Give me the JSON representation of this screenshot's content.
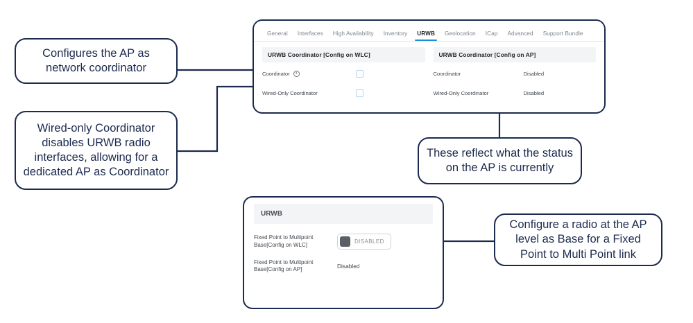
{
  "callouts": {
    "configures_ap": "Configures the AP as network coordinator",
    "wired_only": "Wired-only Coordinator disables URWB radio interfaces, allowing for a dedicated AP as Coordinator",
    "status_reflect": "These reflect what the status on the AP is currently",
    "configure_radio": "Configure a radio at the AP level as Base for a Fixed Point to Multi Point link"
  },
  "top_card": {
    "tabs": [
      {
        "label": "General",
        "active": false
      },
      {
        "label": "Interfaces",
        "active": false
      },
      {
        "label": "High Availability",
        "active": false
      },
      {
        "label": "Inventory",
        "active": false
      },
      {
        "label": "URWB",
        "active": true
      },
      {
        "label": "Geolocation",
        "active": false
      },
      {
        "label": "ICap",
        "active": false
      },
      {
        "label": "Advanced",
        "active": false
      },
      {
        "label": "Support Bundle",
        "active": false
      }
    ],
    "wlc_panel": {
      "header": "URWB Coordinator [Config on WLC]",
      "rows": [
        {
          "label": "Coordinator",
          "info_icon": "i",
          "checked": false
        },
        {
          "label": "Wired-Only Coordinator",
          "info_icon": "",
          "checked": false
        }
      ]
    },
    "ap_panel": {
      "header": "URWB Coordinator [Config on AP]",
      "rows": [
        {
          "label": "Coordinator",
          "value": "Disabled"
        },
        {
          "label": "Wired-Only Coordinator",
          "value": "Disabled"
        }
      ]
    }
  },
  "bottom_card": {
    "header": "URWB",
    "rows": [
      {
        "label": "Fixed Point to Multipoint Base[Config on WLC]",
        "toggle_label": "DISABLED"
      },
      {
        "label": "Fixed Point to Multipoint Base[Config on AP]",
        "value": "Disabled"
      }
    ]
  },
  "colors": {
    "outline": "#1b2a4e",
    "accent": "#1f8bd6",
    "header_bg": "#f3f4f6",
    "checkbox_border": "#b9d4ee"
  }
}
